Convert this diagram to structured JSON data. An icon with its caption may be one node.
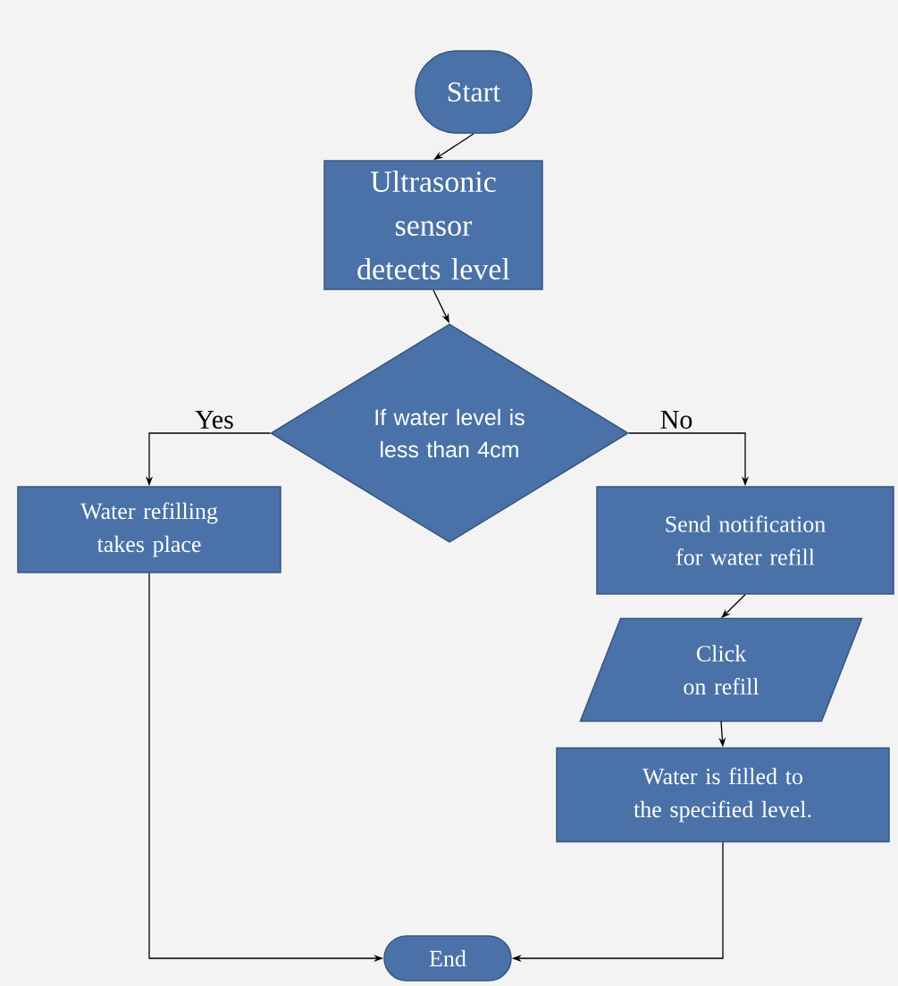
{
  "diagram": {
    "nodes": [
      {
        "text": [
          "Start"
        ]
      },
      {
        "text": [
          "Ultrasonic sensor detects level"
        ]
      },
      {
        "text": [
          "If water level is less than 4cm"
        ]
      },
      {
        "text": [
          "Water refilling  takes place"
        ]
      },
      {
        "text": [
          "Send notification  for water refill"
        ]
      },
      {
        "text": [
          "Click on refill"
        ]
      },
      {
        "text": [
          "Water is filled  to the specified level."
        ]
      },
      {
        "text": [
          "End"
        ]
      }
    ],
    "edges": [
      {
        "from": 0,
        "to": 1,
        "arrow": "to"
      },
      {
        "from": 1,
        "to": 2,
        "arrow": "to"
      },
      {
        "from": 2,
        "to": 3,
        "arrow": "to",
        "label": "Yes"
      },
      {
        "from": 2,
        "to": 4,
        "arrow": "to",
        "label": "No"
      },
      {
        "from": 4,
        "to": 5,
        "arrow": "to"
      },
      {
        "from": 5,
        "to": 6,
        "arrow": "to"
      },
      {
        "from": 3,
        "to": 7,
        "arrow": "to"
      },
      {
        "from": 6,
        "to": 7,
        "arrow": "to"
      }
    ]
  }
}
